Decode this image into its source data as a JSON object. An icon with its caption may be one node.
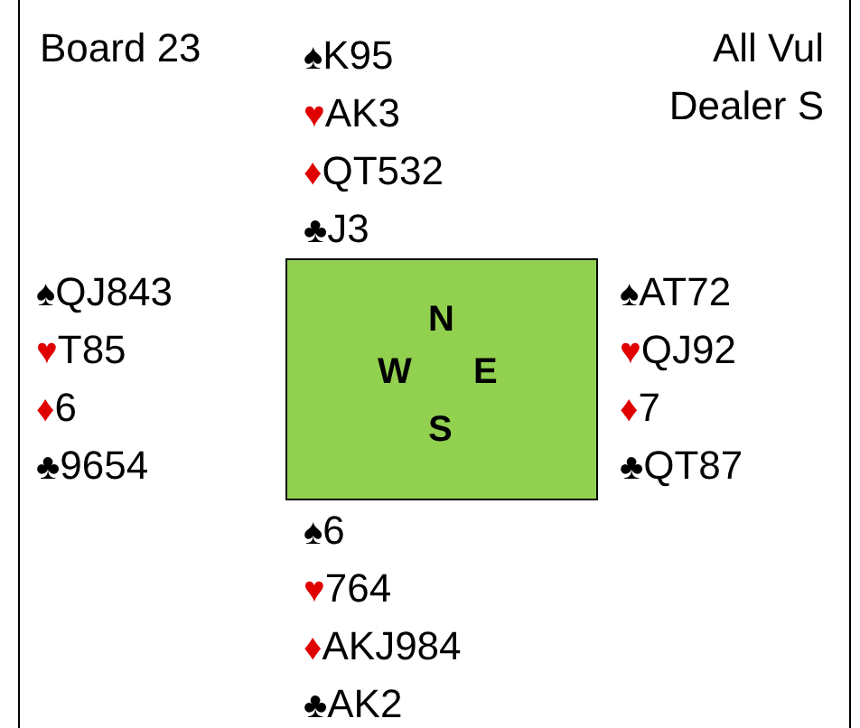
{
  "diagram": {
    "nodes": [
      {
        "text": [
          "N",
          "W",
          "E",
          "S"
        ]
      }
    ],
    "labels": [
      "Board 23",
      "All Vul",
      "Dealer S",
      "♠K95",
      "♥AK3",
      "♦QT532",
      "♣J3",
      "♠QJ843",
      "♥T85",
      "♦6",
      "♣9654",
      "♠AT72",
      "♥QJ92",
      "♦7",
      "♣QT87",
      "♠6",
      "♥764",
      "♦AKJ984",
      "♣AK2"
    ]
  }
}
